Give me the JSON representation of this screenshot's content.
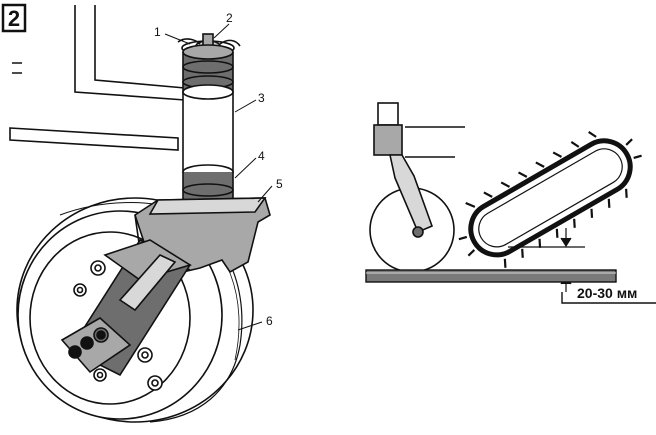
{
  "figure_number": "2",
  "callouts": [
    {
      "id": "1",
      "label": "1"
    },
    {
      "id": "2",
      "label": "2"
    },
    {
      "id": "3",
      "label": "3"
    },
    {
      "id": "4",
      "label": "4"
    },
    {
      "id": "5",
      "label": "5"
    },
    {
      "id": "6",
      "label": "6"
    }
  ],
  "clearance_label": "20-30 мм",
  "colors": {
    "ink": "#111111",
    "shade": "#6e6e6e",
    "light": "#d8d8d8",
    "mid": "#a8a8a8",
    "ground": "#7a7a7a"
  }
}
